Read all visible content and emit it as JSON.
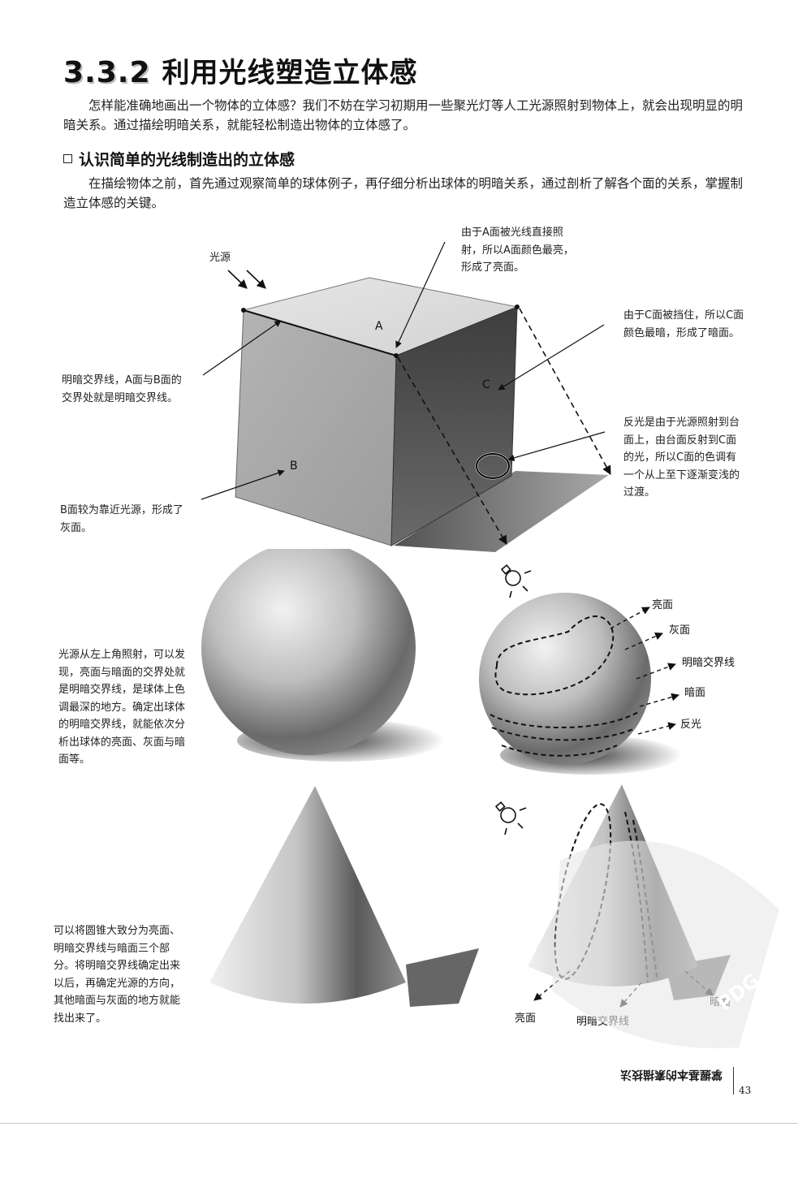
{
  "header": {
    "section_number": "3.3.2",
    "section_title": "利用光线塑造立体感"
  },
  "intro_paragraph": "怎样能准确地画出一个物体的立体感？我们不妨在学习初期用一些聚光灯等人工光源照射到物体上，就会出现明显的明暗关系。通过描绘明暗关系，就能轻松制造出物体的立体感了。",
  "subheading": "认识简单的光线制造出的立体感",
  "sub_paragraph": "在描绘物体之前，首先通过观察简单的球体例子，再仔细分析出球体的明暗关系，通过剖析了解各个面的关系，掌握制造立体感的关键。",
  "cube": {
    "light_label": "光源",
    "note_a": "由于A面被光线直接照射，所以A面颜色最亮，形成了亮面。",
    "note_c": "由于C面被挡住，所以C面颜色最暗，形成了暗面。",
    "note_terminator": "明暗交界线，A面与B面的交界处就是明暗交界线。",
    "note_reflect": "反光是由于光源照射到台面上，由台面反射到C面的光，所以C面的色调有一个从上至下逐渐变浅的过渡。",
    "note_b": "B面较为靠近光源，形成了灰面。",
    "face_a": "A",
    "face_b": "B",
    "face_c": "C"
  },
  "sphere": {
    "note": "光源从左上角照射，可以发现，亮面与暗面的交界处就是明暗交界线，是球体上色调最深的地方。确定出球体的明暗交界线，就能依次分析出球体的亮面、灰面与暗面等。",
    "labels": {
      "highlight": "亮面",
      "midtone": "灰面",
      "terminator": "明暗交界线",
      "shadow": "暗面",
      "reflect": "反光"
    }
  },
  "cone": {
    "note": "可以将圆锥大致分为亮面、明暗交界线与暗面三个部分。将明暗交界线确定出来以后，再确定光源的方向，其他暗面与灰面的地方就能找出来了。",
    "labels": {
      "highlight": "亮面",
      "terminator": "明暗交界线",
      "shadow": "暗面"
    }
  },
  "watermark": "PDG",
  "footer": {
    "book_title": "掌握基本的素描技法",
    "page_number": "43"
  }
}
